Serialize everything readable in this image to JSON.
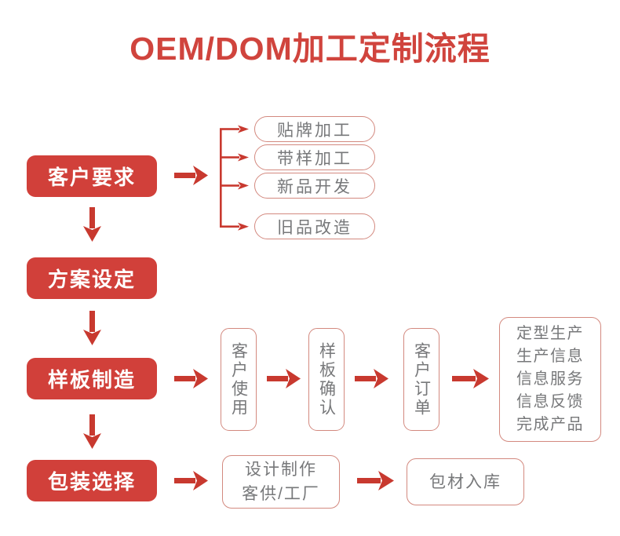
{
  "title": "OEM/DOM加工定制流程",
  "colors": {
    "brand_red": "#D1403A",
    "outline_red": "#D3897F",
    "arrow_red": "#C8392F",
    "text_gray": "#77787A",
    "background": "#FFFFFF"
  },
  "stages": [
    {
      "id": "customer-requirement",
      "label": "客户要求"
    },
    {
      "id": "scheme-setting",
      "label": "方案设定"
    },
    {
      "id": "sample-manufacture",
      "label": "样板制造"
    },
    {
      "id": "packaging-selection",
      "label": "包装选择"
    }
  ],
  "branches": [
    {
      "label": "贴牌加工"
    },
    {
      "label": "带样加工"
    },
    {
      "label": "新品开发"
    },
    {
      "label": "旧品改造"
    }
  ],
  "sample_flow": [
    {
      "label": "客户使用"
    },
    {
      "label": "样板确认"
    },
    {
      "label": "客户订单"
    }
  ],
  "production_box": {
    "lines": [
      "定型生产",
      "生产信息",
      "信息服务",
      "信息反馈",
      "完成产品"
    ]
  },
  "packaging_flow": {
    "design_box": {
      "line1": "设计制作",
      "line2": "客供/工厂"
    },
    "storage_box": {
      "label": "包材入库"
    }
  },
  "icons": {
    "arrow_right": "arrow-right-icon",
    "arrow_down": "arrow-down-icon",
    "branch_bracket": "branch-bracket-icon"
  }
}
